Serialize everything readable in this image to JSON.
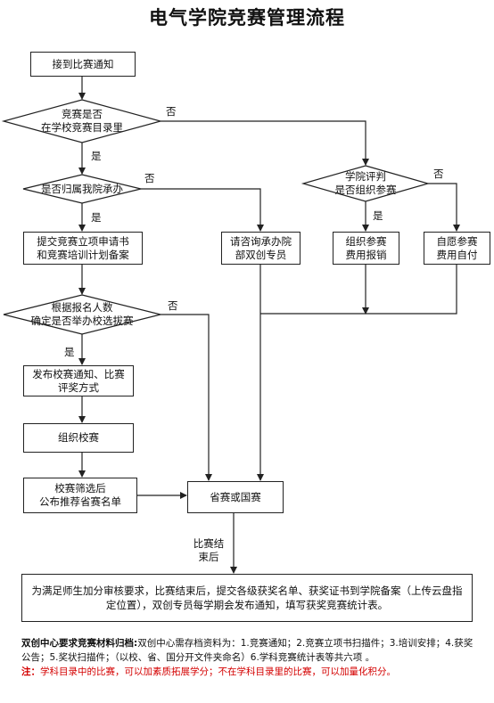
{
  "title": "电气学院竞赛管理流程",
  "steps": {
    "receive_notice": "接到比赛通知",
    "in_catalog": "竞赛是否\n在学校竞赛目录里",
    "belongs_college": "是否归属我院承办",
    "submit_application": "提交竞赛立项申请书\n和竞赛培训计划备案",
    "consult_dept": "请咨询承办院\n部双创专员",
    "college_review": "学院评判\n是否组织参赛",
    "org_reimburse": "组织参赛\n费用报销",
    "self_pay": "自愿参赛\n费用自付",
    "decide_selection": "根据报名人数\n确定是否举办校选拔赛",
    "publish_notice": "发布校赛通知、比赛\n评奖方式",
    "org_school_contest": "组织校赛",
    "screen_recommend": "校赛筛选后\n公布推荐省赛名单",
    "provincial": "省赛或国赛",
    "after_contest": "比赛结\n束后",
    "final_box": "为满足师生加分审核要求，比赛结束后，提交各级获奖名单、获奖证书到学院备案（上传云盘指定位置），双创专员每学期会发布通知，填写获奖竞赛统计表。"
  },
  "labels": {
    "yes": "是",
    "no": "否"
  },
  "notes": {
    "heading": "双创中心要求竞赛材料归档:",
    "body": "双创中心需存档资料为：1.竞赛通知；2.竞赛立项书扫描件；3.培训安排；4.获奖公告；5.奖状扫描件；（以校、省、国分开文件夹命名）6.学科竞赛统计表等共六项 。",
    "note_prefix": "注：",
    "note_body": "学科目录中的比赛，可以加素质拓展学分；不在学科目录里的比赛，可以加量化积分。"
  },
  "colors": {
    "note": "#d40000",
    "line": "#222222"
  }
}
